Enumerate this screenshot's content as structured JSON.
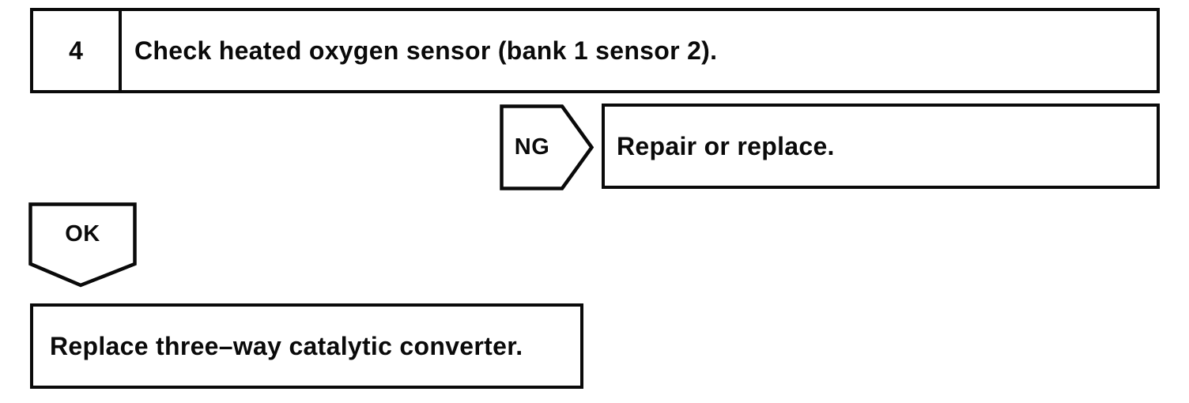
{
  "page": {
    "background_color": "#ffffff",
    "line_color": "#0a0a0a"
  },
  "flowchart": {
    "step": {
      "number": "4",
      "title": "Check heated oxygen sensor (bank 1 sensor 2)."
    },
    "ng_branch": {
      "label": "NG",
      "action": "Repair or replace."
    },
    "ok_branch": {
      "label": "OK",
      "action": "Replace three–way catalytic converter."
    }
  }
}
